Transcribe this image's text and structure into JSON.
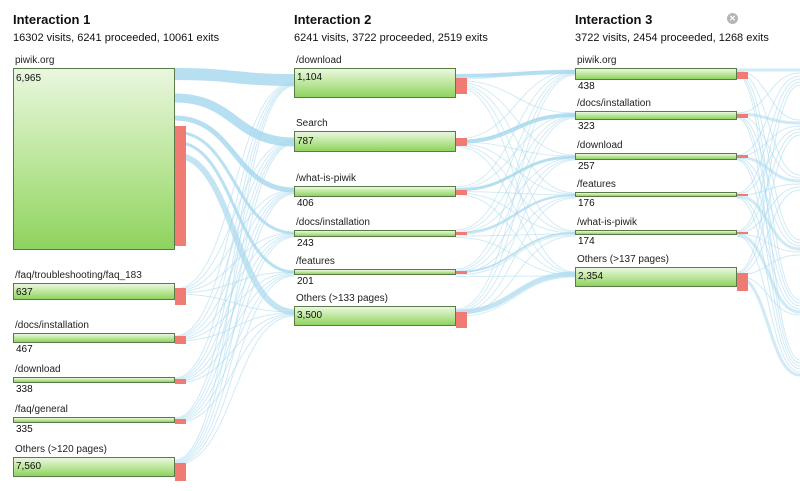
{
  "colors": {
    "flow": "#a9d9ee",
    "exit": "#ef7b73",
    "node_border": "#5a7a4a"
  },
  "columns": [
    {
      "title": "Interaction 1",
      "summary": "16302 visits, 6241 proceeded, 10061 exits"
    },
    {
      "title": "Interaction 2",
      "summary": "6241 visits, 3722 proceeded, 2519 exits"
    },
    {
      "title": "Interaction 3",
      "summary": "3722 visits, 2454 proceeded, 1268 exits"
    }
  ],
  "close_icon": "close-icon",
  "nodes": [
    [
      {
        "label": "piwik.org",
        "value": "6,965"
      },
      {
        "label": "/faq/troubleshooting/faq_183",
        "value": "637"
      },
      {
        "label": "/docs/installation",
        "value": "467"
      },
      {
        "label": "/download",
        "value": "338"
      },
      {
        "label": "/faq/general",
        "value": "335"
      },
      {
        "label": "Others (>120 pages)",
        "value": "7,560"
      }
    ],
    [
      {
        "label": "/download",
        "value": "1,104"
      },
      {
        "label": "Search",
        "value": "787"
      },
      {
        "label": "/what-is-piwik",
        "value": "406"
      },
      {
        "label": "/docs/installation",
        "value": "243"
      },
      {
        "label": "/features",
        "value": "201"
      },
      {
        "label": "Others (>133 pages)",
        "value": "3,500"
      }
    ],
    [
      {
        "label": "piwik.org",
        "value": "438"
      },
      {
        "label": "/docs/installation",
        "value": "323"
      },
      {
        "label": "/download",
        "value": "257"
      },
      {
        "label": "/features",
        "value": "176"
      },
      {
        "label": "/what-is-piwik",
        "value": "174"
      },
      {
        "label": "Others (>137 pages)",
        "value": "2,354"
      }
    ]
  ]
}
